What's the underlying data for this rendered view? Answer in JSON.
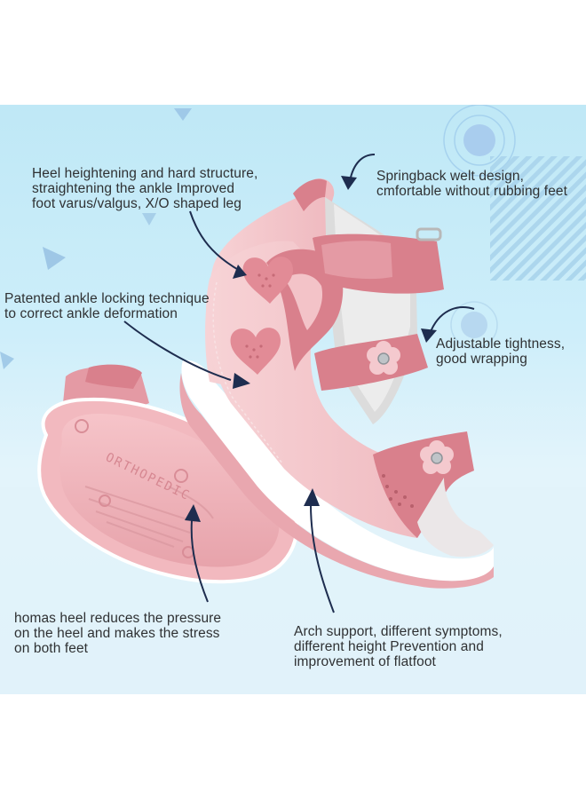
{
  "annotations": {
    "heel": "Heel heightening and hard structure,\nstraightening the ankle Improved\nfoot varus/valgus, X/O shaped leg",
    "springback": "Springback welt design,\ncmfortable without rubbing feet",
    "ankle_lock": "Patented ankle locking technique\nto correct ankle deformation",
    "adjustable": "Adjustable tightness,\ngood wrapping",
    "homas_heel": "homas heel reduces the pressure\non the heel and makes the stress\non both feet",
    "arch_support": "Arch support, different symptoms,\ndifferent height Prevention and\nimprovement of flatfoot"
  },
  "sole_text": "ORTHOPEDIC",
  "colors": {
    "background_top": "#bfe8f6",
    "background_bottom": "#e3f4fb",
    "shoe_pink": "#f3c3c8",
    "shoe_rose": "#d9808c",
    "arrow_navy": "#1e2d4f",
    "text": "#2f3133"
  },
  "icons": [
    "pointer-arrow",
    "flower-buckle",
    "heart-cutout"
  ]
}
